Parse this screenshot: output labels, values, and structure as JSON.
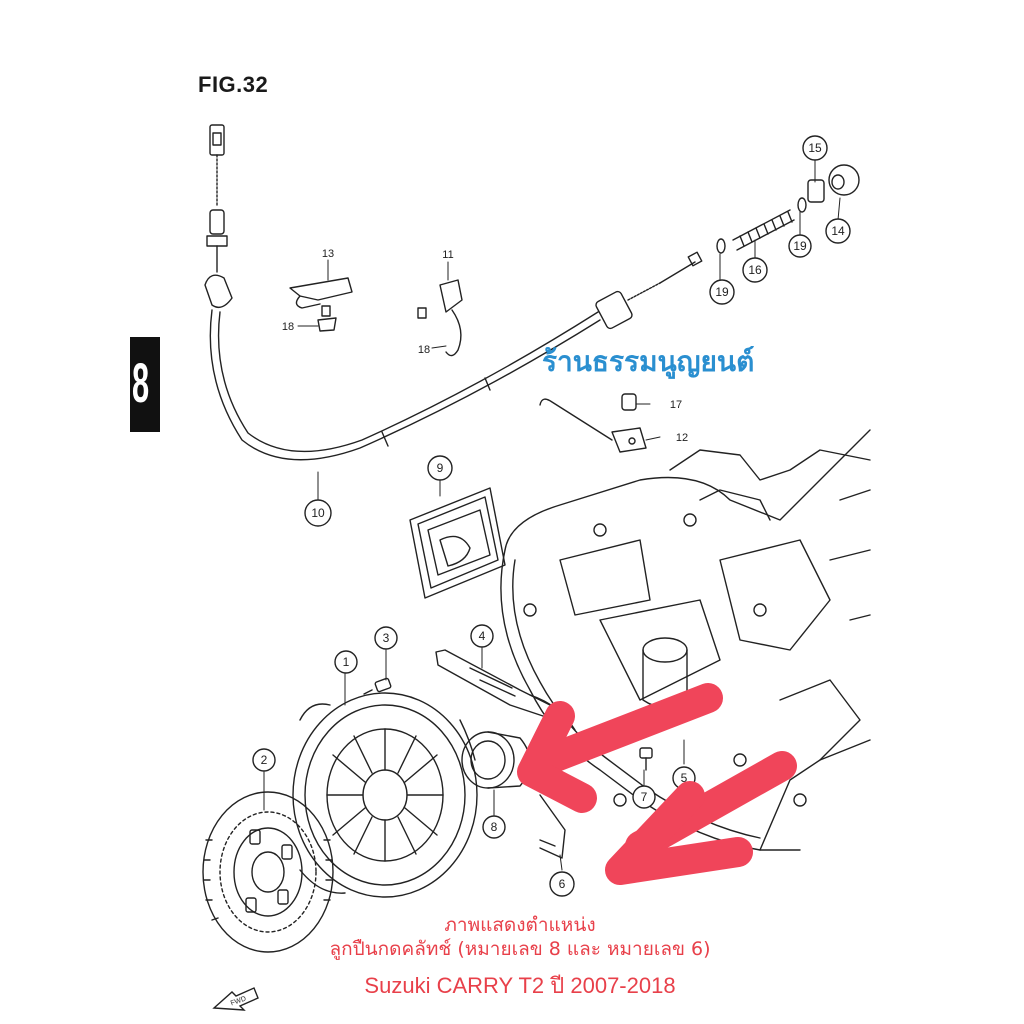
{
  "figure": {
    "title": "FIG.32",
    "section_tab": "8"
  },
  "shop_name": "ร้านธรรมนูญยนต์",
  "caption": {
    "line1": "ภาพแสดงตำแหน่ง",
    "line2": "ลูกปืนกดคลัทช์ (หมายเลข 8 และ หมายเลข 6)",
    "line3": "Suzuki CARRY  T2 ปี 2007-2018"
  },
  "callouts": [
    {
      "id": "c15",
      "text": "15"
    },
    {
      "id": "c14",
      "text": "14"
    },
    {
      "id": "c19a",
      "text": "19"
    },
    {
      "id": "c16",
      "text": "16"
    },
    {
      "id": "c19b",
      "text": "19"
    },
    {
      "id": "c13",
      "text": "13"
    },
    {
      "id": "c11",
      "text": "11"
    },
    {
      "id": "c18a",
      "text": "18"
    },
    {
      "id": "c18b",
      "text": "18"
    },
    {
      "id": "c17",
      "text": "17"
    },
    {
      "id": "c12",
      "text": "12"
    },
    {
      "id": "c9",
      "text": "9"
    },
    {
      "id": "c10",
      "text": "10"
    },
    {
      "id": "c3",
      "text": "3"
    },
    {
      "id": "c1",
      "text": "1"
    },
    {
      "id": "c4",
      "text": "4"
    },
    {
      "id": "c2",
      "text": "2"
    },
    {
      "id": "c5",
      "text": "5"
    },
    {
      "id": "c7",
      "text": "7"
    },
    {
      "id": "c8",
      "text": "8"
    },
    {
      "id": "c6",
      "text": "6"
    }
  ],
  "fwd_label": "FWD",
  "colors": {
    "highlight_arrow": "#f0455a",
    "caption": "#e8404a",
    "shop_name": "#2a8fd0",
    "line_art": "#222222"
  }
}
